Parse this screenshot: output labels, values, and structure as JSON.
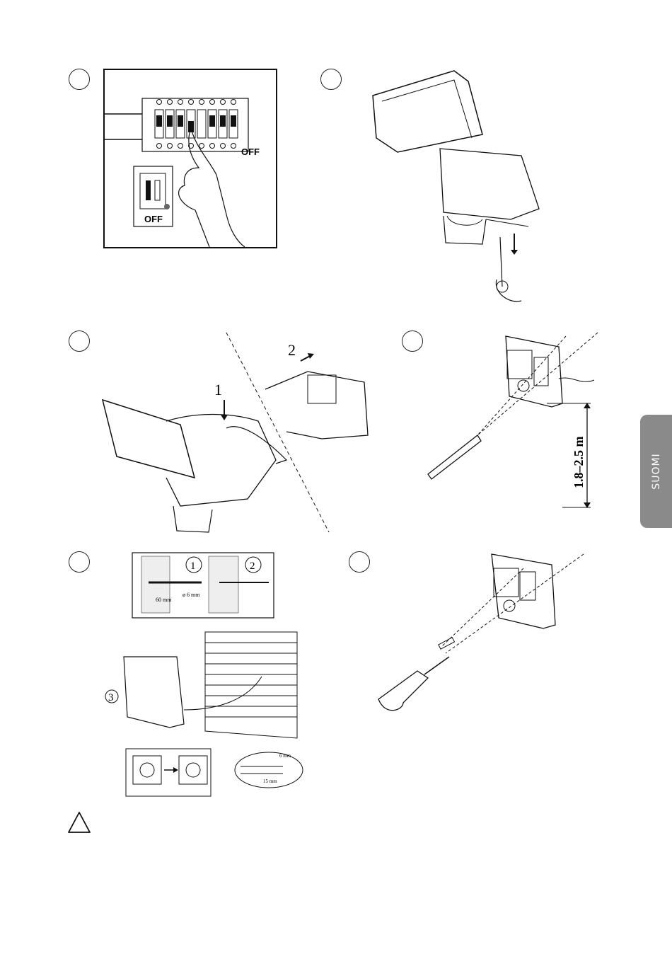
{
  "page": {
    "language_tab": "SUOMI",
    "steps": [
      {
        "id": 1,
        "labels": [
          "OFF",
          "OFF"
        ]
      },
      {
        "id": 2,
        "labels": []
      },
      {
        "id": 3,
        "labels": [
          "1",
          "2"
        ]
      },
      {
        "id": 4,
        "labels": [
          "1.8–2.5 m"
        ]
      },
      {
        "id": 5,
        "labels": [
          "1",
          "2",
          "ø 6 mm",
          "60 mm",
          "3",
          "6 mm",
          "15 mm"
        ]
      },
      {
        "id": 6,
        "labels": []
      }
    ],
    "warning_icon": "warning-triangle-icon"
  }
}
